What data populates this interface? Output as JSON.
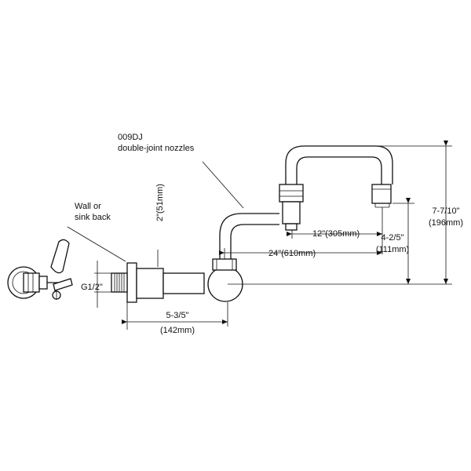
{
  "labels": {
    "model_line1": "009DJ",
    "model_line2": "double-joint nozzles",
    "wall_line1": "Wall or",
    "wall_line2": "sink back",
    "thread": "G1/2\"",
    "riser": "2\"(51mm)",
    "nozzle_12": "12\"(305mm)",
    "nozzle_24": "24\"(610mm)",
    "outlet_in": "4-2/5\"",
    "outlet_mm": "(111mm)",
    "height_in": "7-7/10\"",
    "height_mm": "(196mm)",
    "depth_in": "5-3/5\"",
    "depth_mm": "(142mm)"
  }
}
